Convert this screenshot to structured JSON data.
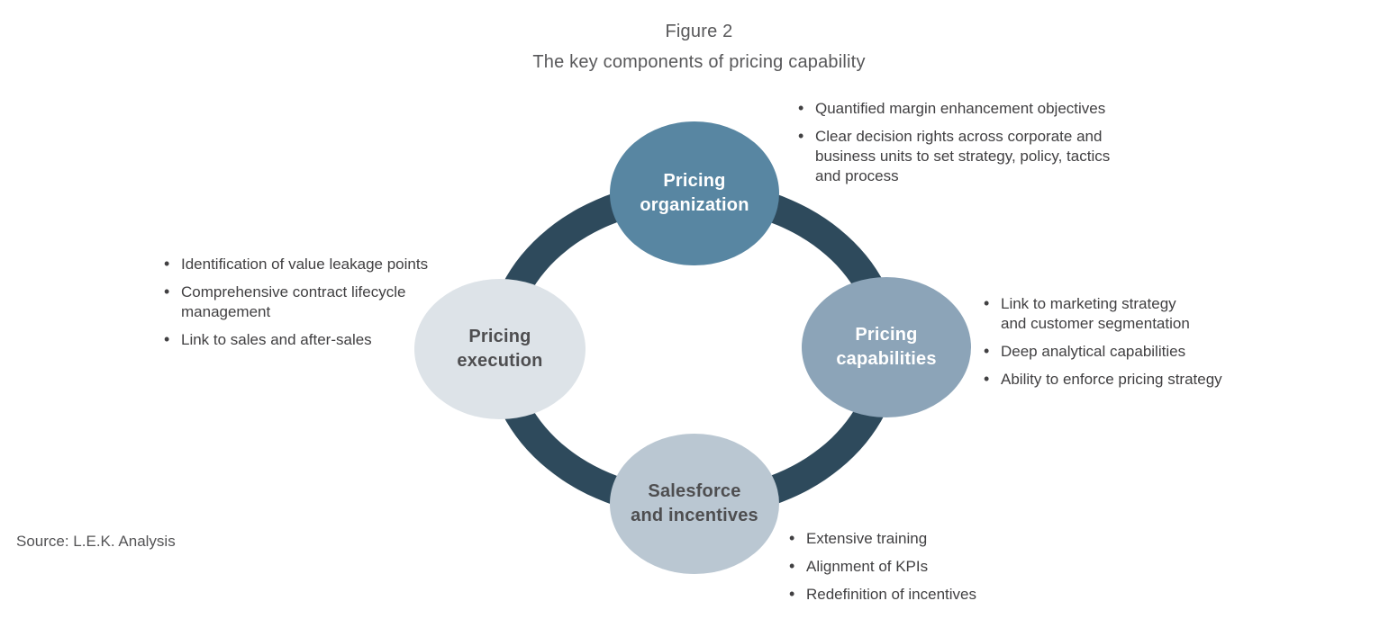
{
  "title": {
    "figure_label": "Figure 2",
    "subtitle": "The key components of pricing capability"
  },
  "source": "Source: L.E.K. Analysis",
  "colors": {
    "ring": "#2e4a5c",
    "bullet_text": "#414042",
    "title_text": "#58585a"
  },
  "nodes": [
    {
      "id": "pricing-organization",
      "label": "Pricing\norganization",
      "fill": "#5886a2",
      "text_color": "#ffffff",
      "bullets": [
        "Quantified margin enhancement objectives",
        "Clear decision rights across corporate and\nbusiness units to set strategy, policy, tactics\nand process"
      ]
    },
    {
      "id": "pricing-capabilities",
      "label": "Pricing\ncapabilities",
      "fill": "#8ca4b8",
      "text_color": "#ffffff",
      "bullets": [
        "Link to marketing strategy\nand customer segmentation",
        "Deep analytical capabilities",
        "Ability to enforce pricing strategy"
      ]
    },
    {
      "id": "salesforce-and-incentives",
      "label": "Salesforce\nand incentives",
      "fill": "#bac7d2",
      "text_color": "#4e4e50",
      "bullets": [
        "Extensive training",
        "Alignment of KPIs",
        "Redefinition of incentives"
      ]
    },
    {
      "id": "pricing-execution",
      "label": "Pricing\nexecution",
      "fill": "#dde3e8",
      "text_color": "#4e4e50",
      "bullets": [
        "Identification of value leakage points",
        "Comprehensive contract lifecycle\nmanagement",
        "Link to sales and after-sales"
      ]
    }
  ]
}
